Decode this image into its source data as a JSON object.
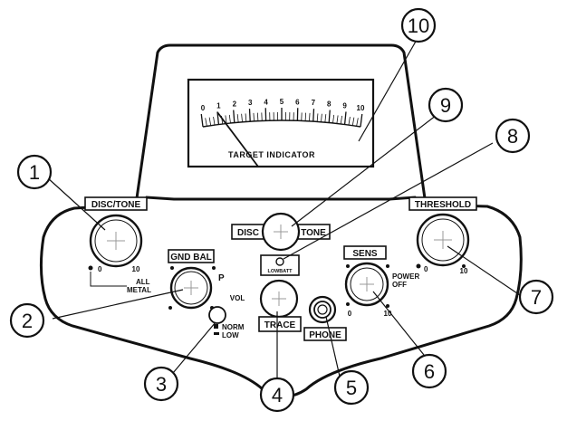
{
  "meter": {
    "scale": [
      "0",
      "1",
      "2",
      "3",
      "4",
      "5",
      "6",
      "7",
      "8",
      "9",
      "10"
    ],
    "caption": "TARGET INDICATOR"
  },
  "controls": {
    "disc_tone": "DISC/TONE",
    "disc_tone_min": "0",
    "disc_tone_max": "10",
    "all_metal": "ALL\nMETAL",
    "gnd_bal": "GND BAL",
    "gnd_bal_p": "P",
    "vol": "VOL",
    "norm": "NORM",
    "low": "LOW",
    "disc": "DISC",
    "tone": "TONE",
    "lowbatt": "LOWBATT",
    "trace": "TRACE",
    "phone": "PHONE",
    "sens": "SENS",
    "sens_min": "0",
    "sens_max": "10",
    "power_off": "POWER\nOFF",
    "threshold": "THRESHOLD",
    "threshold_min": "0",
    "threshold_max": "10"
  },
  "callouts": [
    "1",
    "2",
    "3",
    "4",
    "5",
    "6",
    "7",
    "8",
    "9",
    "10"
  ]
}
